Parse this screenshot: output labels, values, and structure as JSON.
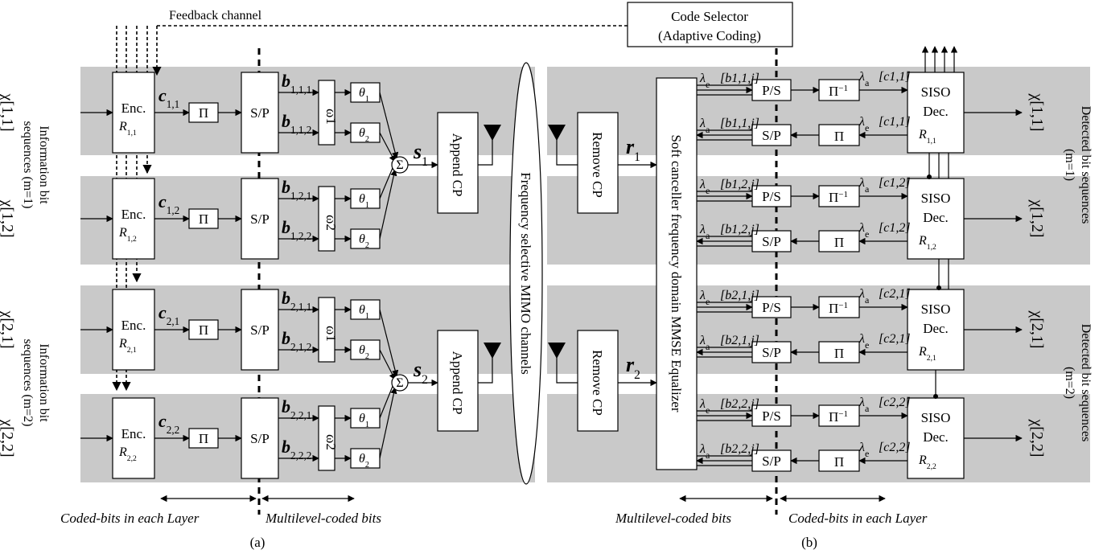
{
  "feedback_label": "Feedback channel",
  "code_selector": {
    "line1": "Code Selector",
    "line2": "(Adaptive Coding)"
  },
  "tx": {
    "inputs": [
      "χ[1,1]",
      "χ[1,2]",
      "χ[2,1]",
      "χ[2,2]"
    ],
    "input_group_labels": [
      [
        "Information bit",
        "sequences (m=1)"
      ],
      [
        "Information bit",
        "sequences (m=2)"
      ]
    ],
    "enc_label": "Enc.",
    "enc_rates": [
      "R1,1",
      "R1,2",
      "R2,1",
      "R2,2"
    ],
    "coded": [
      "c1,1",
      "c1,2",
      "c2,1",
      "c2,2"
    ],
    "interleaver": "Π",
    "sp_label": "S/P",
    "bits": [
      "b1,1,1",
      "b1,1,2",
      "b1,2,1",
      "b1,2,2",
      "b2,1,1",
      "b2,1,2",
      "b2,2,1",
      "b2,2,2"
    ],
    "omega": [
      "ω1",
      "ω2",
      "ω1",
      "ω2"
    ],
    "theta": [
      "θ1",
      "θ2"
    ],
    "sum_symbol": "Σ",
    "signals": [
      "s1",
      "s2"
    ],
    "append_cp": "Append CP"
  },
  "channel_label": "Frequency selective MIMO channels",
  "rx": {
    "remove_cp": "Remove CP",
    "received": [
      "r1",
      "r2"
    ],
    "equalizer": "Soft canceller frequency domain MMSE Equalizer",
    "ps_label": "P/S",
    "sp_label": "S/P",
    "deinterleaver": "Π−1",
    "interleaver": "Π",
    "siso": [
      "SISO",
      "Dec."
    ],
    "siso_rates": [
      "R1,1",
      "R1,2",
      "R2,1",
      "R2,2"
    ],
    "outputs": [
      "χ[1,1]",
      "χ[1,2]",
      "χ[2,1]",
      "χ[2,2]"
    ],
    "output_group_labels": [
      [
        "Detected bit sequences",
        "(m=1)"
      ],
      [
        "Detected bit sequences",
        "(m=2)"
      ]
    ]
  },
  "captions": {
    "left_coded": "Coded-bits in each Layer",
    "left_multilevel": "Multilevel-coded bits",
    "right_multilevel": "Multilevel-coded bits",
    "right_coded": "Coded-bits in each Layer",
    "sub_a": "(a)",
    "sub_b": "(b)"
  }
}
